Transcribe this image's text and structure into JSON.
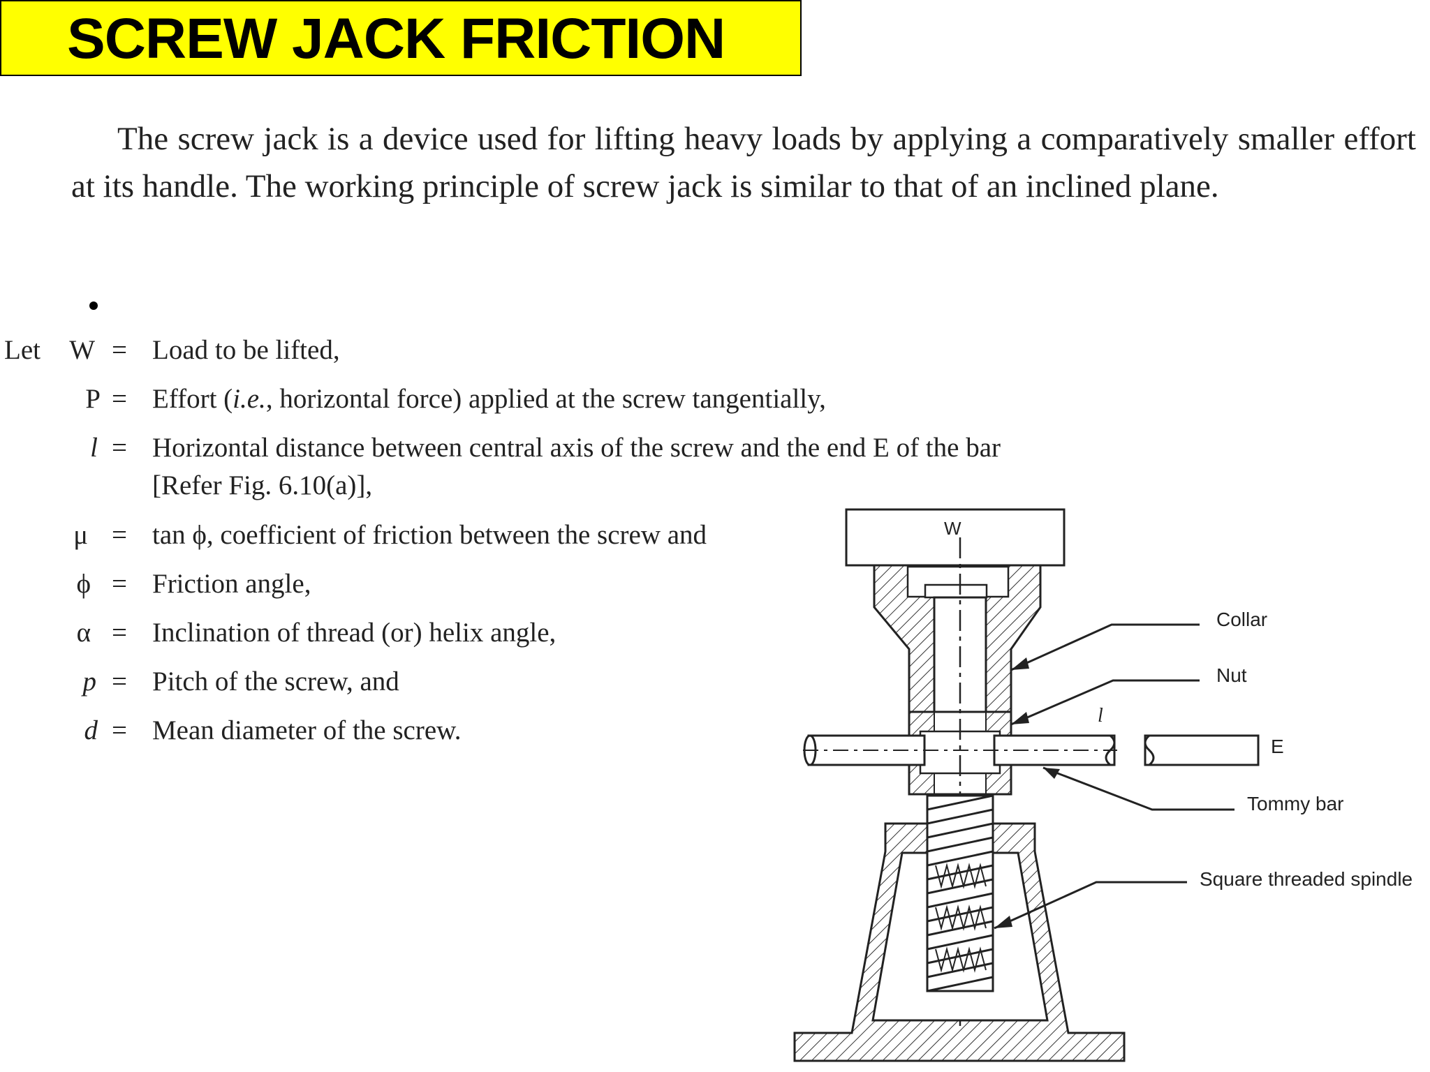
{
  "title": "SCREW JACK FRICTION",
  "intro": {
    "text": "The screw jack is a device used for lifting heavy loads by applying a comparatively smaller effort at its handle. The working principle of screw jack is similar to that of an inclined plane."
  },
  "definitions": {
    "lead": "Let",
    "equals": "=",
    "items": [
      {
        "symbol": "W",
        "text": "Load to be lifted,"
      },
      {
        "symbol": "P",
        "text_before": "Effort (",
        "text_italic": "i.e.",
        "text_after": ", horizontal force) applied at the screw tangentially,"
      },
      {
        "symbol": "l",
        "text": "Horizontal distance between central axis of the screw and the end E of the bar",
        "text_line2": "[Refer Fig. 6.10(a)],"
      },
      {
        "symbol": "μ",
        "text": "tan ϕ,  coefficient of friction between the screw and"
      },
      {
        "symbol": "ϕ",
        "text": "Friction angle,"
      },
      {
        "symbol": "α",
        "text": "Inclination of thread (or) helix angle,"
      },
      {
        "symbol": "p",
        "text": "Pitch of the screw,  and"
      },
      {
        "symbol": "d",
        "text": "Mean diameter of the screw."
      }
    ]
  },
  "figure": {
    "labels": {
      "load": "W",
      "collar": "Collar",
      "nut": "Nut",
      "length": "l",
      "end": "E",
      "tommy_bar": "Tommy bar",
      "spindle": "Square threaded spindle"
    }
  }
}
